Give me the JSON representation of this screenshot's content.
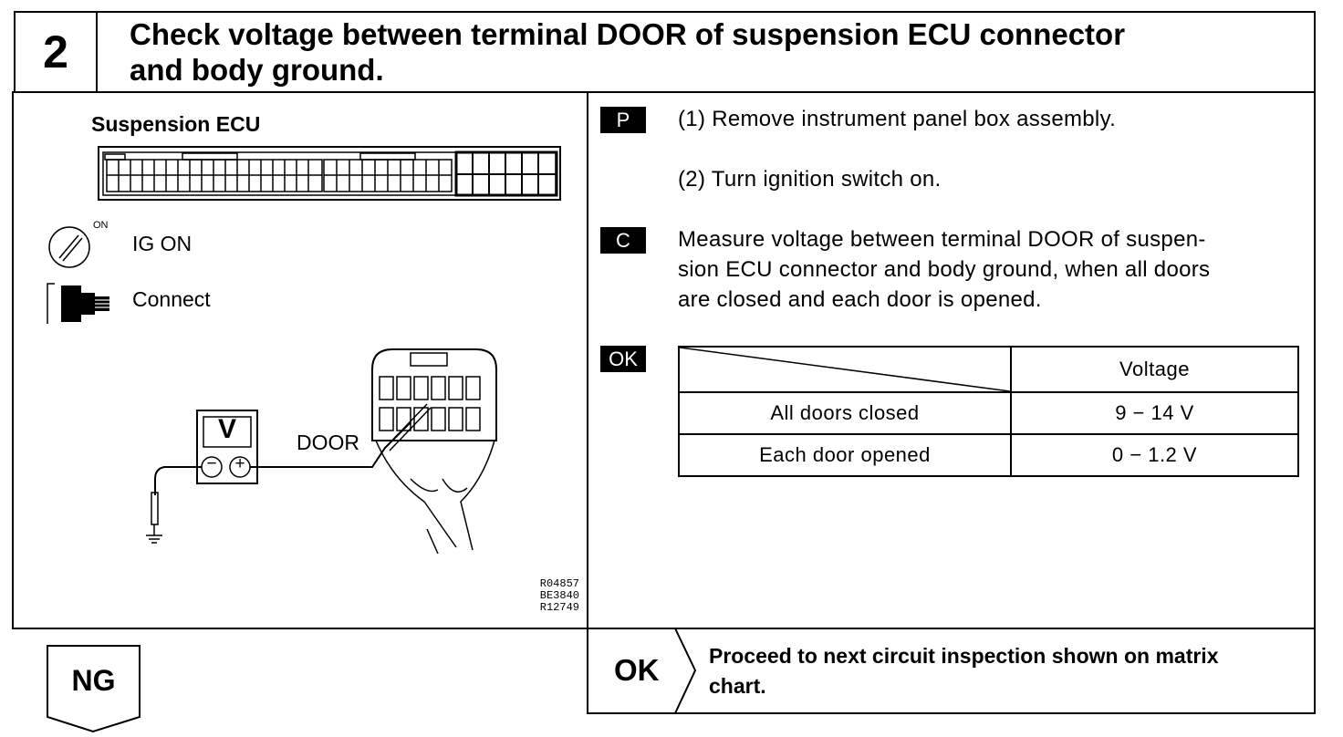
{
  "header": {
    "step_number": "2",
    "title_line1": "Check voltage between terminal DOOR of suspension ECU connector",
    "title_line2": "and body ground."
  },
  "illustration": {
    "ecu_label": "Suspension ECU",
    "ig_on_superscript": "ON",
    "ig_on_label": "IG ON",
    "connect_label": "Connect",
    "voltmeter_symbol": "V",
    "minus_symbol": "−",
    "plus_symbol": "+",
    "door_label": "DOOR",
    "figure_codes": [
      "R04857",
      "BE3840",
      "R12749"
    ]
  },
  "procedure": {
    "p_tag": "P",
    "step1": "(1) Remove instrument panel box assembly.",
    "step2": "(2) Turn ignition switch on.",
    "c_tag": "C",
    "measure_line1": "Measure voltage between terminal DOOR of suspen-",
    "measure_line2": "sion ECU connector and body ground, when all doors",
    "measure_line3": "are closed and each door is opened.",
    "ok_tag": "OK"
  },
  "spec_table": {
    "header": "Voltage",
    "rows": [
      {
        "condition": "All doors closed",
        "value": "9 − 14 V"
      },
      {
        "condition": "Each door opened",
        "value": "0 − 1.2 V"
      }
    ]
  },
  "result": {
    "ok_label": "OK",
    "proceed_line1": "Proceed to next circuit inspection shown on matrix",
    "proceed_line2": "chart.",
    "ng_label": "NG"
  }
}
